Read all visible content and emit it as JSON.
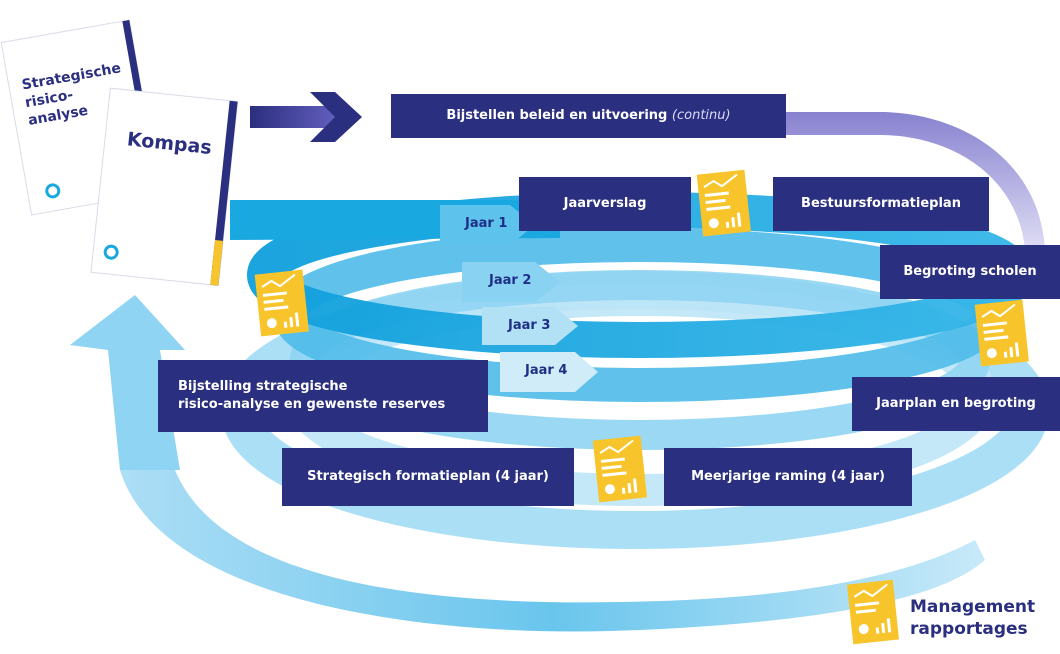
{
  "documents": {
    "strategic": {
      "line1": "Strategische",
      "line2": "risico-",
      "line3": "analyse"
    },
    "kompas": {
      "title": "Kompas"
    }
  },
  "top_arrow": {
    "label": "Bijstellen beleid en uitvoering",
    "suffix": "(continu)"
  },
  "years": [
    "Jaar 1",
    "Jaar 2",
    "Jaar 3",
    "Jaar 4"
  ],
  "boxes": {
    "jaarverslag": "Jaarverslag",
    "bestuursformatieplan": "Bestuursformatieplan",
    "begroting_scholen": "Begroting scholen",
    "jaarplan": "Jaarplan en begroting",
    "bijstelling_line1": "Bijstelling strategische",
    "bijstelling_line2": "risico-analyse en gewenste reserves",
    "strategisch_formatieplan": "Strategisch formatieplan (4 jaar)",
    "meerjarige_raming": "Meerjarige raming (4 jaar)"
  },
  "management": {
    "line1": "Management",
    "line2": "rapportages"
  },
  "colors": {
    "navy": "#2b2f7f",
    "cyan": "#1aa8e0",
    "light_cyan": "#8fd4f2",
    "report_yellow": "#f7c52b",
    "lavender": "#b9b6e3"
  }
}
